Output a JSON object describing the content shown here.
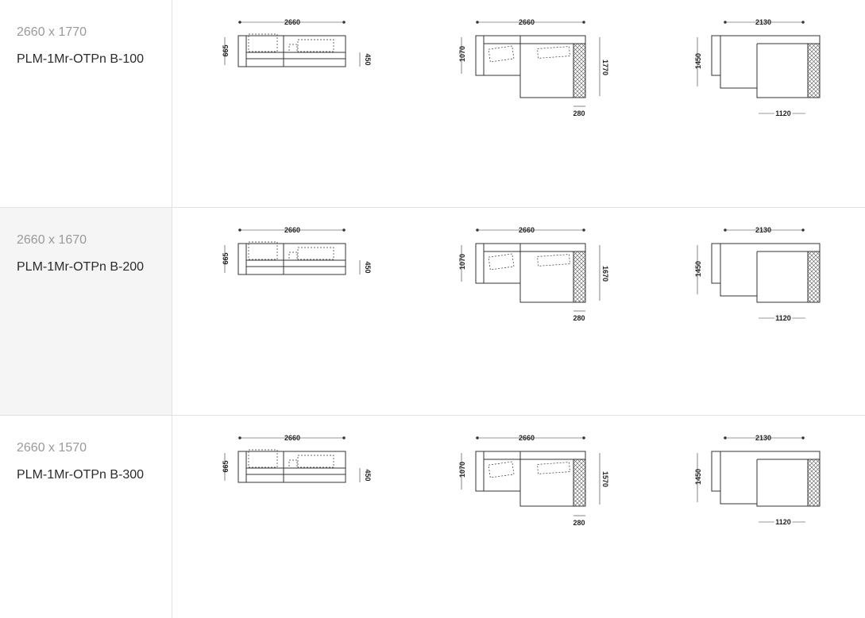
{
  "rows": [
    {
      "size": "2660 x 1770",
      "code": "PLM-1Mr-OTPn B-100",
      "side": {
        "width": "2660",
        "height": "665",
        "seat": "450"
      },
      "plan": {
        "width": "2660",
        "depth_left": "1070",
        "depth_right": "1770",
        "module": "280"
      },
      "module": {
        "width": "2130",
        "depth": "1450",
        "chaise": "1120"
      }
    },
    {
      "size": "2660 x 1670",
      "code": "PLM-1Mr-OTPn B-200",
      "side": {
        "width": "2660",
        "height": "665",
        "seat": "450"
      },
      "plan": {
        "width": "2660",
        "depth_left": "1070",
        "depth_right": "1670",
        "module": "280"
      },
      "module": {
        "width": "2130",
        "depth": "1450",
        "chaise": "1120"
      }
    },
    {
      "size": "2660 x 1570",
      "code": "PLM-1Mr-OTPn B-300",
      "side": {
        "width": "2660",
        "height": "665",
        "seat": "450"
      },
      "plan": {
        "width": "2660",
        "depth_left": "1070",
        "depth_right": "1570",
        "module": "280"
      },
      "module": {
        "width": "2130",
        "depth": "1450",
        "chaise": "1120"
      }
    }
  ]
}
